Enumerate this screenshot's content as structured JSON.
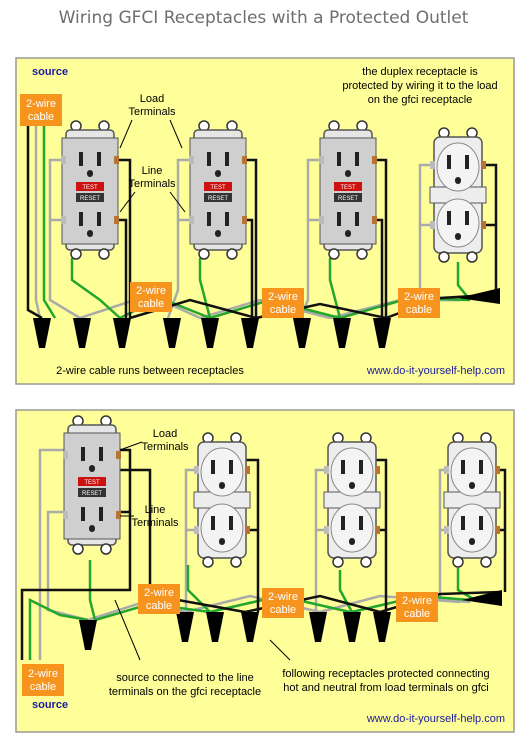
{
  "title": "Wiring GFCI Receptacles with a Protected Outlet",
  "panel1": {
    "source": "source",
    "note": [
      "the duplex receptacle is",
      "protected by wiring it to the load",
      "on the gfci receptacle"
    ],
    "load_terminals": [
      "Load",
      "Terminals"
    ],
    "line_terminals": [
      "Line",
      "Terminals"
    ],
    "cable_label": [
      "2-wire",
      "cable"
    ],
    "footer": "2-wire cable runs between receptacles",
    "website": "www.do-it-yourself-help.com"
  },
  "panel2": {
    "source": "source",
    "load_terminals": [
      "Load",
      "Terminals"
    ],
    "line_terminals": [
      "Line",
      "Terminals"
    ],
    "cable_label": [
      "2-wire",
      "cable"
    ],
    "caption_left": [
      "source connected to the line",
      "terminals on the gfci receptacle"
    ],
    "caption_right": [
      "following receptacles protected connecting",
      "hot and neutral from load terminals on gfci"
    ],
    "website": "www.do-it-yourself-help.com"
  },
  "gfci": {
    "test": "TEST",
    "reset": "RESET"
  },
  "colors": {
    "panel_bg": "#ffff99",
    "cable_tag": "#f7941d",
    "ground_wire": "#22a62b",
    "hot_wire": "#111111",
    "neutral_wire": "#aaaaaa",
    "source_text": "#1a1aa0",
    "test_button": "#cc1111"
  }
}
